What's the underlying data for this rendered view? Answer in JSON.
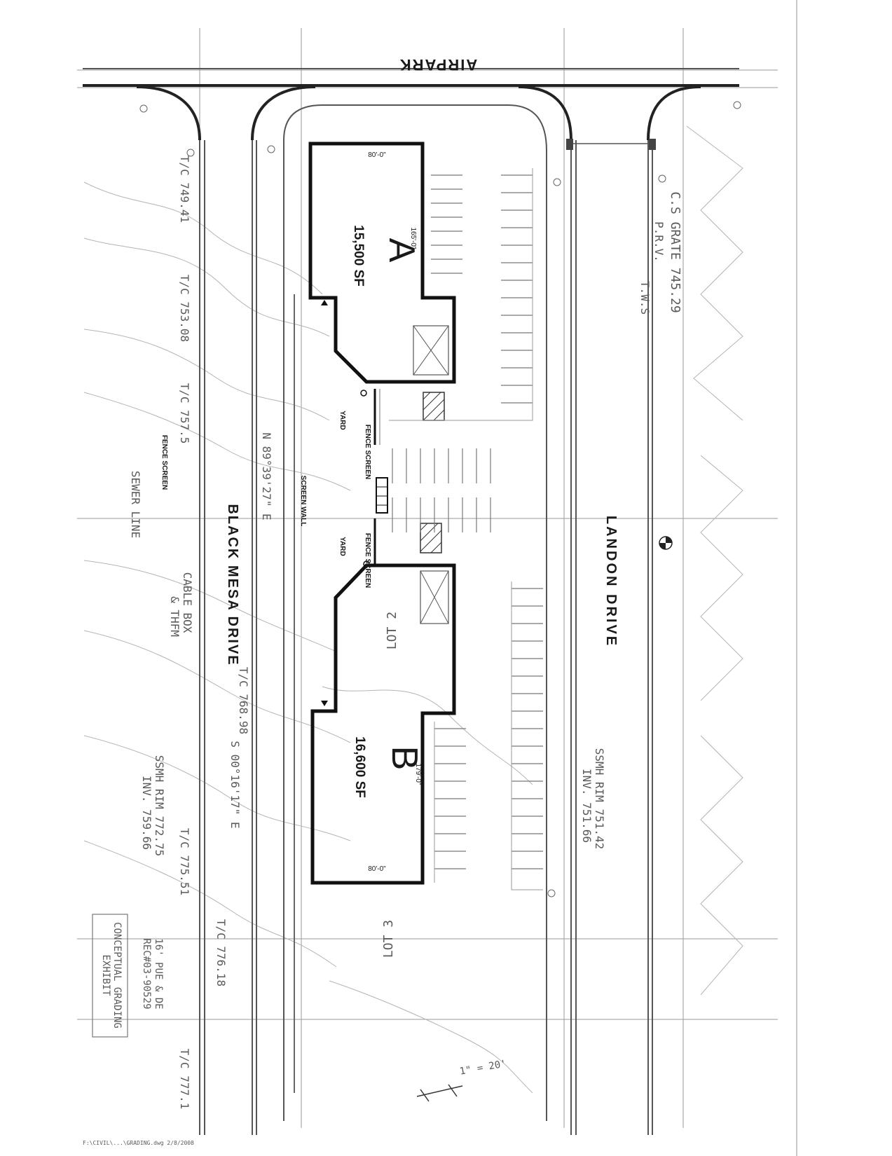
{
  "streets": {
    "airpark": "AIRPARK",
    "black_mesa": "BLACK MESA DRIVE",
    "landon": "LANDON DRIVE"
  },
  "buildings": [
    {
      "letter": "A",
      "area": "15,500 SF",
      "width_dim": "80'-0\"",
      "length_dim": "165'-0\""
    },
    {
      "letter": "B",
      "area": "16,600 SF",
      "width_dim": "80'-0\"",
      "length_dim": "179'-0\""
    }
  ],
  "labels": {
    "fence_screen": "FENCE SCREEN",
    "yard": "YARD",
    "screen_wall": "SCREEN WALL",
    "sewer_line": "SEWER LINE",
    "lot3": "LOT 3",
    "lot2": "LOT 2"
  },
  "notes": {
    "cs_grate": "C.S GRATE 745.29",
    "prv": "P.R.V.",
    "tw": "T.W.S",
    "ssmh_top": "SSMH RIM 772.75",
    "ssmh_inv": "INV. 759.66",
    "ssmh_right": "SSMH RIM 751.42",
    "ssmh_right_inv": "INV. 751.66",
    "cable_box": "CABLE BOX",
    "thfm": "& THFM",
    "tc_1": "T/C 749.41",
    "tc_2": "T/C 753.08",
    "tc_3": "T/C 757.5",
    "tc_4": "T/C 768.98",
    "tc_5": "T/C 775.51",
    "tc_6": "T/C 776.18",
    "tc_7": "T/C 777.1",
    "bearing_1": "N 89°39'27\" E",
    "bearing_2": "S 00°16'17\" E",
    "easement": "16' PUE & DE",
    "rec": "REC#03-90529",
    "conceptual_1": "CONCEPTUAL GRADING",
    "conceptual_2": "EXHIBIT",
    "scale": "1\" = 20'",
    "footer": "F:\\CIVIL\\...\\GRADING.dwg  2/8/2008"
  },
  "colors": {
    "ink": "#111111",
    "pencil": "#9a9a9a",
    "paper": "#ffffff"
  }
}
